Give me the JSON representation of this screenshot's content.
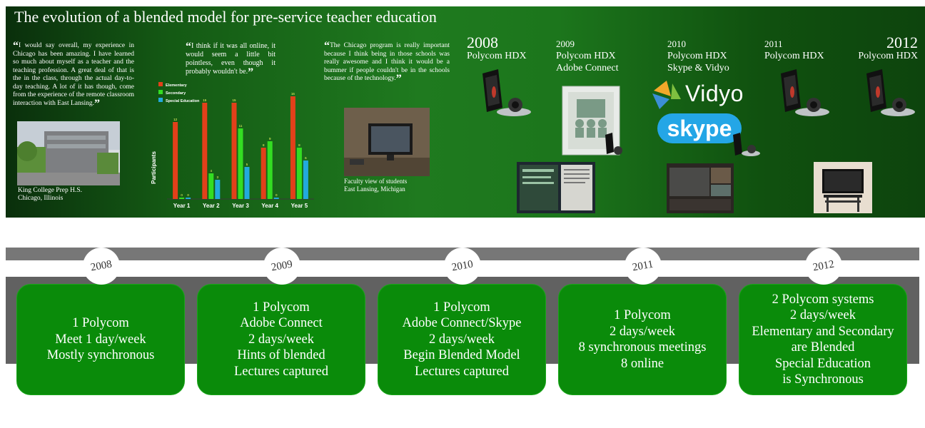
{
  "banner": {
    "title": "The evolution of a blended model for pre-service teacher education",
    "quote1": {
      "text": "I would say overall, my experience in Chicago has been amazing. I have learned so much about myself as a teacher and the teaching profession. A great deal of that is the in the class, through the actual day-to-day teaching. A lot of it has though, come from the experience of the remote classroom interaction with East Lansing.",
      "photo_caption_line1": "King College Prep H.S.",
      "photo_caption_line2": "Chicago, Illinois"
    },
    "quote2": {
      "text": "I think if it was all online, it would seem a little bit pointless, even though it probably wouldn't be."
    },
    "quote3": {
      "text": "The Chicago program is really important because I think being in those schools was really awesome and I think it would be a bummer if people couldn't be in the schools because of the technology.",
      "photo_caption_line1": "Faculty view of students",
      "photo_caption_line2": "East Lansing, Michigan"
    },
    "years": [
      {
        "year": "2008",
        "line1": "Polycom HDX",
        "line2": ""
      },
      {
        "year": "2009",
        "line1": "Polycom HDX",
        "line2": "Adobe Connect"
      },
      {
        "year": "2010",
        "line1": "Polycom HDX",
        "line2": "Skype & Vidyo"
      },
      {
        "year": "2011",
        "line1": "Polycom HDX",
        "line2": ""
      },
      {
        "year": "2012",
        "line1": "Polycom HDX",
        "line2": ""
      }
    ],
    "logos": {
      "vidyo": "Vidyo",
      "skype": "skype"
    }
  },
  "chart_data": {
    "type": "bar",
    "ylabel": "Participants",
    "categories": [
      "Year 1",
      "Year 2",
      "Year 3",
      "Year 4",
      "Year 5"
    ],
    "ylim": [
      0,
      16
    ],
    "series": [
      {
        "name": "Elementary",
        "color": "#e2401a",
        "values": [
          12,
          15,
          15,
          8,
          16
        ]
      },
      {
        "name": "Secondary",
        "color": "#33dd22",
        "values": [
          0,
          4,
          11,
          9,
          8
        ]
      },
      {
        "name": "Special Education",
        "color": "#22aadd",
        "values": [
          0,
          3,
          5,
          0,
          6
        ]
      }
    ],
    "data_labels": [
      [
        "12",
        "15",
        "15",
        "8",
        "16"
      ],
      [
        "0",
        "4",
        "11",
        "9",
        "8"
      ],
      [
        "0",
        "3",
        "5",
        "0",
        "6"
      ]
    ]
  },
  "timeline": [
    {
      "year": "2008",
      "lines": [
        "1 Polycom",
        "Meet 1 day/week",
        "Mostly synchronous"
      ]
    },
    {
      "year": "2009",
      "lines": [
        "1 Polycom",
        "Adobe Connect",
        "2 days/week",
        "Hints of blended",
        "Lectures captured"
      ]
    },
    {
      "year": "2010",
      "lines": [
        "1 Polycom",
        "Adobe Connect/Skype",
        "2 days/week",
        "Begin Blended Model",
        "Lectures captured"
      ]
    },
    {
      "year": "2011",
      "lines": [
        "1 Polycom",
        "2 days/week",
        "8 synchronous meetings",
        "8 online"
      ]
    },
    {
      "year": "2012",
      "lines": [
        "2 Polycom systems",
        "2 days/week",
        "Elementary and Secondary",
        "are Blended",
        "Special Education",
        "is Synchronous"
      ]
    }
  ]
}
